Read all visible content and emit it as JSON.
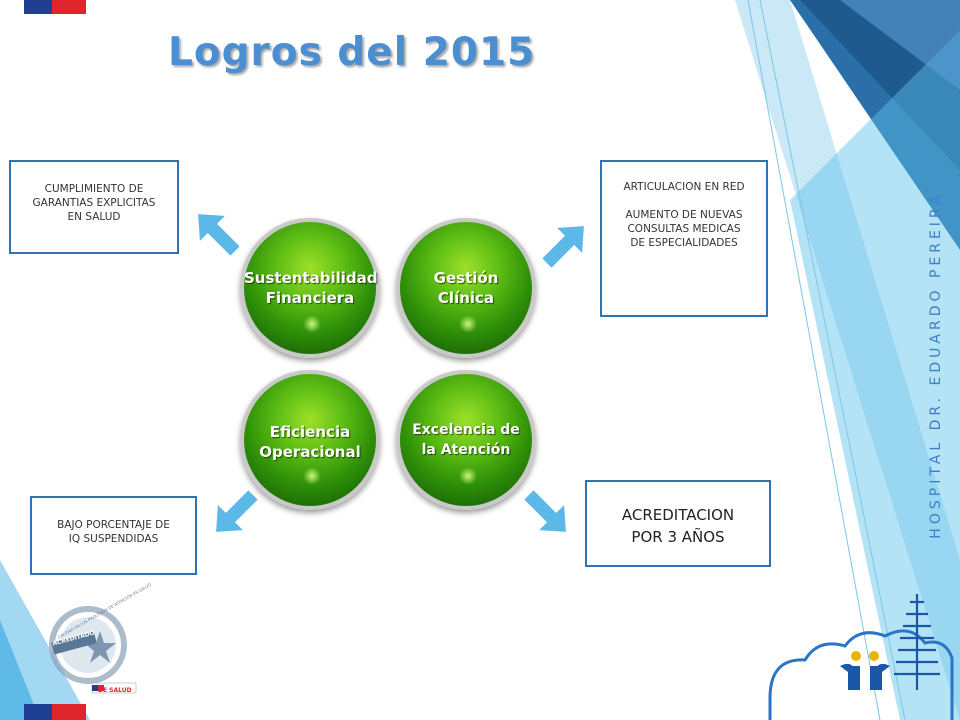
{
  "title": "Logros del 2015",
  "vertical_text": "HOSPITAL DR. EDUARDO PEREIRA",
  "colors": {
    "accent_blue": "#2e74b5",
    "title_blue": "#4b8ed1",
    "circle_green": "#3d9e0c",
    "arrow_blue": "#5cb8e6",
    "flag_blue": "#1f3f95",
    "flag_red": "#e0262d"
  },
  "circles": [
    {
      "lines": [
        "Sustentabilidad",
        "Financiera"
      ]
    },
    {
      "lines": [
        "Gestión",
        "Clínica"
      ]
    },
    {
      "lines": [
        "Eficiencia",
        "Operacional"
      ]
    },
    {
      "lines": [
        "Excelencia de",
        "la Atención"
      ]
    }
  ],
  "boxes": {
    "top_left": [
      "CUMPLIMIENTO DE",
      "GARANTIAS EXPLICITAS",
      "EN SALUD"
    ],
    "top_right": [
      "ARTICULACION EN RED",
      "",
      "AUMENTO DE NUEVAS",
      "CONSULTAS MEDICAS",
      "DE ESPECIALIDADES"
    ],
    "bottom_left": [
      "BAJO PORCENTAJE DE",
      "IQ SUSPENDIDAS"
    ],
    "bottom_right": [
      "ACREDITACION",
      "POR 3 AÑOS"
    ]
  },
  "seal": {
    "ring_text": "CALIDAD EN LOS PROCESOS DE ATENCIÓN EN SALUD",
    "badge": "ACREDITADO",
    "footer": "DE SALUD"
  },
  "icons": [
    "arrow-up-left-icon",
    "arrow-up-right-icon",
    "arrow-down-left-icon",
    "arrow-down-right-icon",
    "hospital-logo-icon",
    "accreditation-seal-icon"
  ]
}
